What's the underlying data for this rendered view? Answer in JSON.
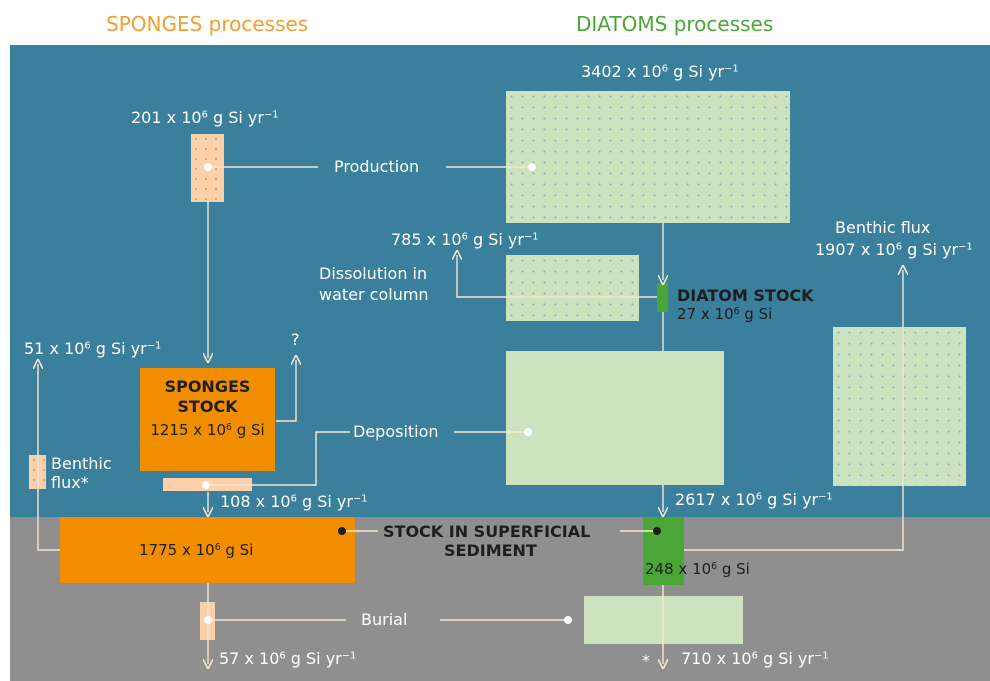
{
  "headers": {
    "sponges": "SPONGES processes",
    "diatoms": "DIATOMS processes"
  },
  "colors": {
    "water": "#3a7f9c",
    "sediment": "#8f8f8f",
    "sponge_accent": "#f0a030",
    "diatom_accent": "#4aa637",
    "sponge_stock": "#f08e00",
    "sponge_flux": "#fcd0a8",
    "diatom_stock": "#4aa637",
    "diatom_flux": "#cde3bf",
    "line": "#f7e7cf"
  },
  "labels": {
    "production": "Production",
    "dissolution_line1": "Dissolution in",
    "dissolution_line2": "water column",
    "deposition": "Deposition",
    "burial": "Burial",
    "benthic_flux_diatom": "Benthic flux",
    "benthic_flux_sponge_line1": "Benthic",
    "benthic_flux_sponge_line2": "flux*",
    "question": "?",
    "asterisk": "*",
    "stock_superficial_line1": "STOCK IN SUPERFICIAL",
    "stock_superficial_line2": "SEDIMENT"
  },
  "units": {
    "sci": "x 10",
    "exp": "6",
    "flux_suffix": " g Si yr",
    "flux_exp": "−1",
    "stock_suffix": " g Si"
  },
  "sponges": {
    "production": "201",
    "stock_title_line1": "SPONGES",
    "stock_title_line2": "STOCK",
    "stock": "1215",
    "deposition": "108",
    "benthic_flux": "51",
    "sediment_stock": "1775",
    "burial": "57"
  },
  "diatoms": {
    "production": "3402",
    "dissolution": "785",
    "stock_title": "DIATOM STOCK",
    "stock": "27",
    "deposition": "2617",
    "benthic_flux": "1907",
    "sediment_stock": "248",
    "burial": "710"
  }
}
